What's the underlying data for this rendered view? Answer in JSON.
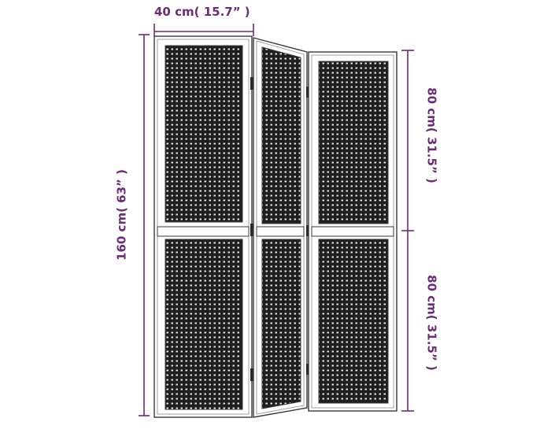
{
  "dimensions": {
    "width_label": "40 cm( 15.7” )",
    "height_label": "160 cm( 63” )",
    "upper_section_label": "80 cm( 31.5” )",
    "lower_section_label": "80 cm( 31.5” )"
  },
  "colors": {
    "dimension_line": "#6b2c78",
    "frame_stroke": "#3a3a3a",
    "frame_fill": "#ffffff",
    "weave_dark": "#1f1f1f",
    "weave_light": "#e6e6e6"
  },
  "product": {
    "panel_count": 3,
    "sections_per_panel": 2
  }
}
